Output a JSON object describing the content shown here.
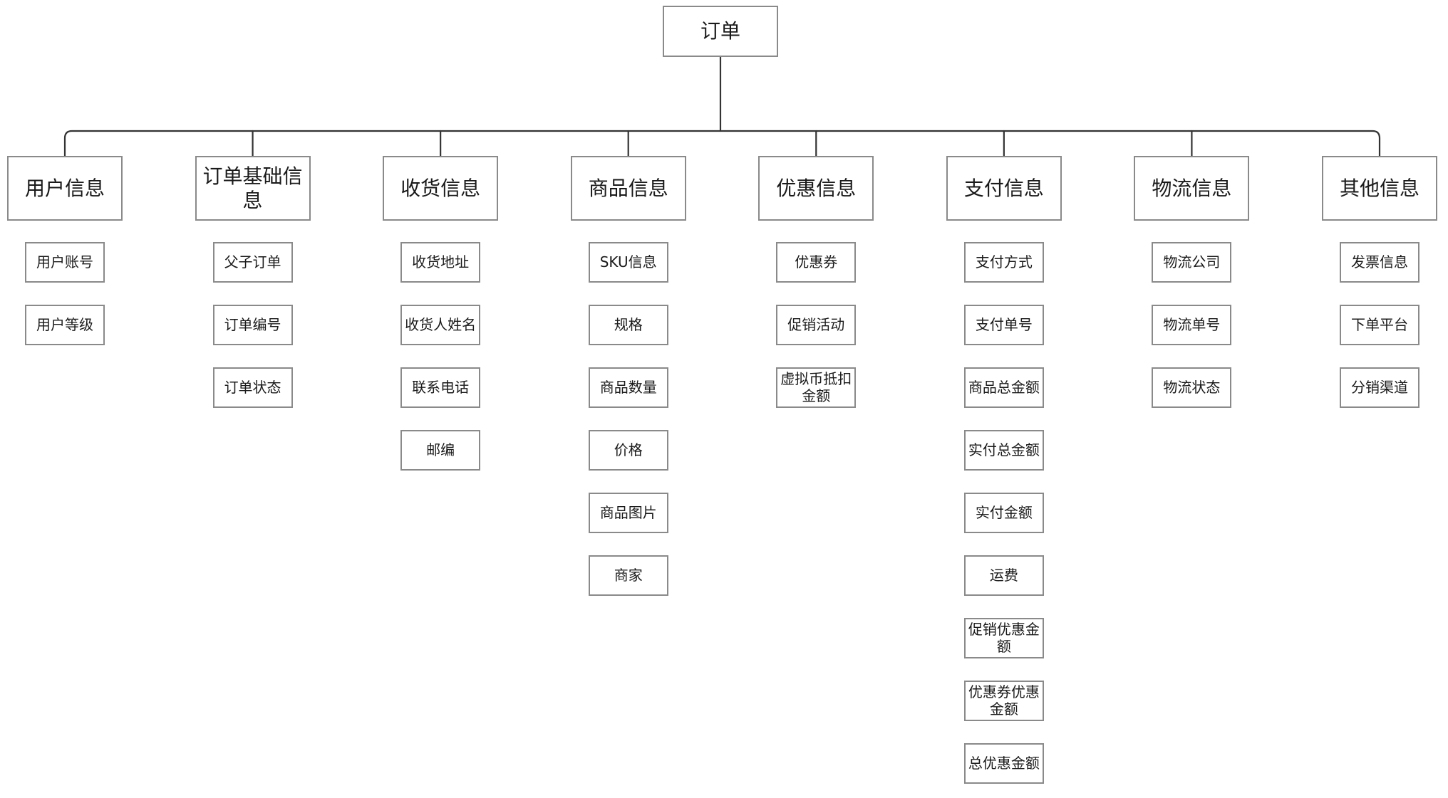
{
  "diagram": {
    "type": "tree",
    "title": "订单",
    "orientation": "top-down",
    "colors": {
      "background": "#ffffff",
      "node_border": "#8a8a8a",
      "node_fill": "#ffffff",
      "connector": "#333333",
      "text": "#1a1a1a"
    },
    "root": {
      "label": "订单"
    },
    "branches": [
      {
        "label": "用户信息",
        "children": [
          {
            "label": "用户账号"
          },
          {
            "label": "用户等级"
          }
        ]
      },
      {
        "label": "订单基础信息",
        "children": [
          {
            "label": "父子订单"
          },
          {
            "label": "订单编号"
          },
          {
            "label": "订单状态"
          }
        ]
      },
      {
        "label": "收货信息",
        "children": [
          {
            "label": "收货地址"
          },
          {
            "label": "收货人姓名"
          },
          {
            "label": "联系电话"
          },
          {
            "label": "邮编"
          }
        ]
      },
      {
        "label": "商品信息",
        "children": [
          {
            "label": "SKU信息"
          },
          {
            "label": "规格"
          },
          {
            "label": "商品数量"
          },
          {
            "label": "价格"
          },
          {
            "label": "商品图片"
          },
          {
            "label": "商家"
          }
        ]
      },
      {
        "label": "优惠信息",
        "children": [
          {
            "label": "优惠券"
          },
          {
            "label": "促销活动"
          },
          {
            "label": "虚拟币抵扣\n金额"
          }
        ]
      },
      {
        "label": "支付信息",
        "children": [
          {
            "label": "支付方式"
          },
          {
            "label": "支付单号"
          },
          {
            "label": "商品总金额"
          },
          {
            "label": "实付总金额"
          },
          {
            "label": "实付金额"
          },
          {
            "label": "运费"
          },
          {
            "label": "促销优惠金\n额"
          },
          {
            "label": "优惠券优惠\n金额"
          },
          {
            "label": "总优惠金额"
          }
        ]
      },
      {
        "label": "物流信息",
        "children": [
          {
            "label": "物流公司"
          },
          {
            "label": "物流单号"
          },
          {
            "label": "物流状态"
          }
        ]
      },
      {
        "label": "其他信息",
        "children": [
          {
            "label": "发票信息"
          },
          {
            "label": "下单平台"
          },
          {
            "label": "分销渠道"
          }
        ]
      }
    ]
  }
}
